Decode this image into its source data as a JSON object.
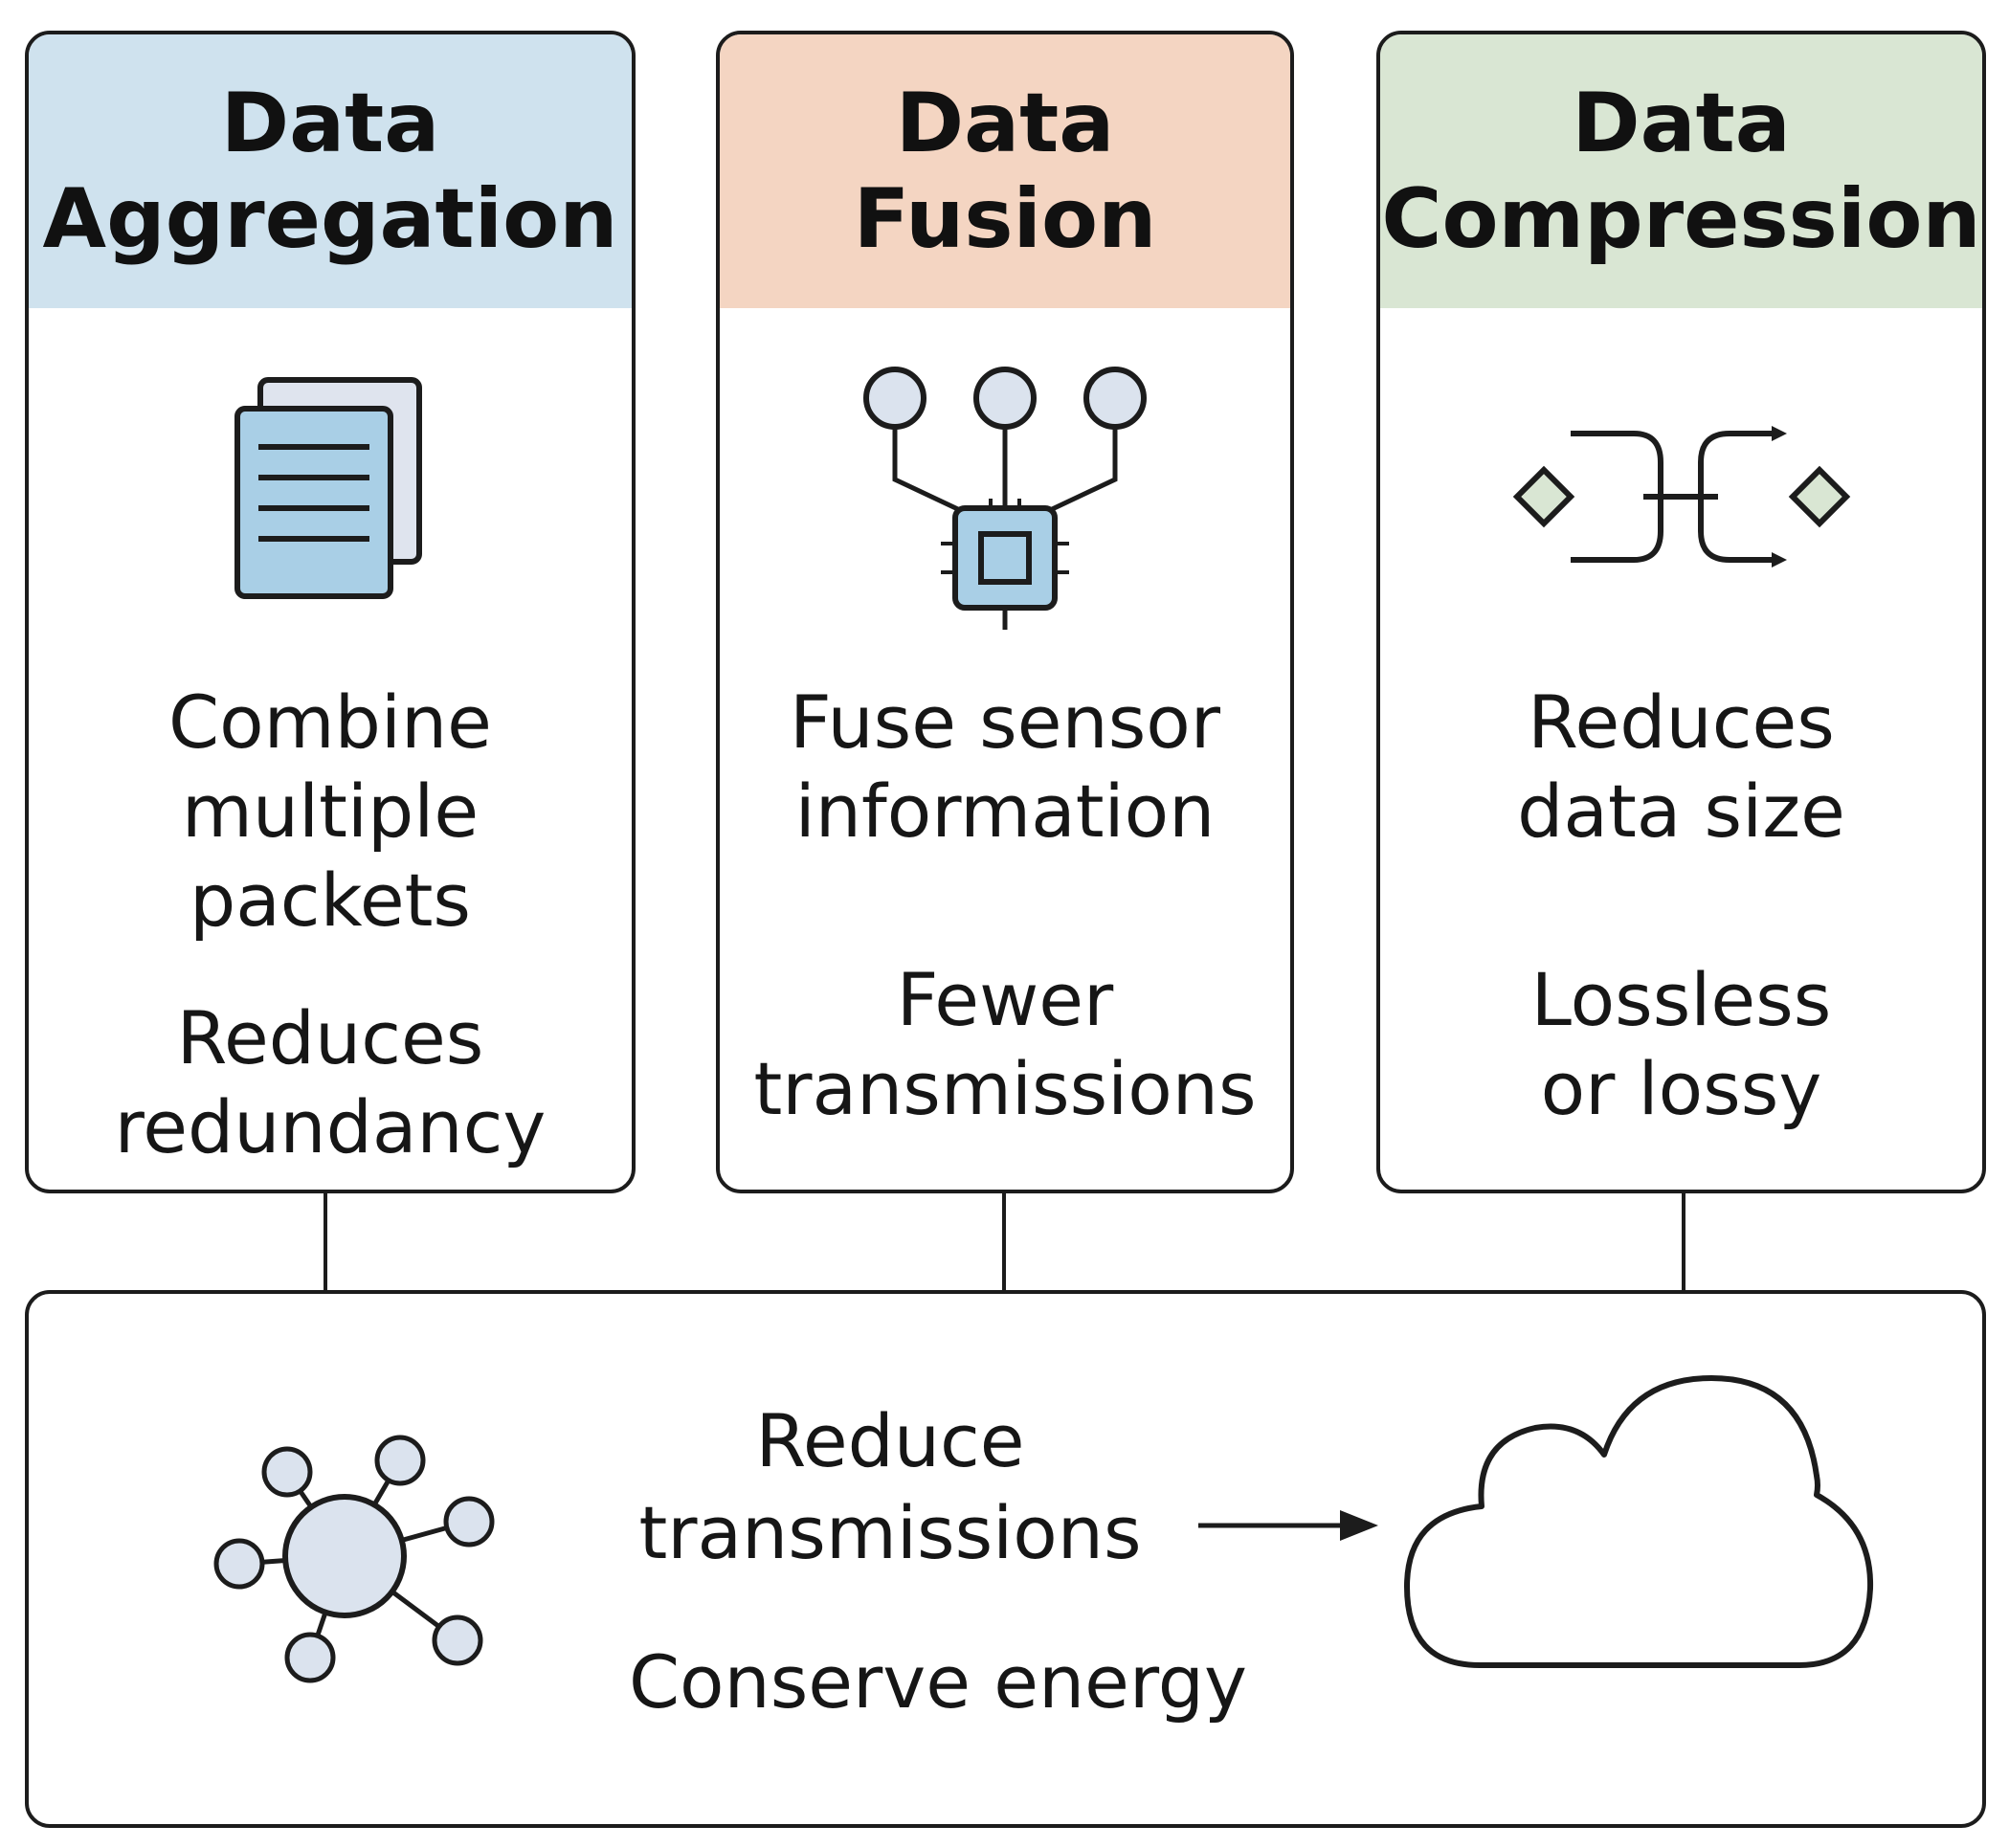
{
  "panels": {
    "aggregation": {
      "title_line1": "Data",
      "title_line2": "Aggregation",
      "header_color": "#cfe2ee",
      "icon": "documents-stack-icon",
      "point1": [
        "Combine",
        "multiple",
        "packets"
      ],
      "point2": [
        "Reduces",
        "redundancy"
      ]
    },
    "fusion": {
      "title_line1": "Data",
      "title_line2": "Fusion",
      "header_color": "#f4d5c2",
      "icon": "sensor-fusion-chip-icon",
      "point1": [
        "Fuse sensor",
        "information"
      ],
      "point2": [
        "Fewer",
        "transmissions"
      ]
    },
    "compression": {
      "title_line1": "Data",
      "title_line2": "Compression",
      "header_color": "#d9e6d3",
      "icon": "compression-flow-icon",
      "point1": [
        "Reduces",
        "data size"
      ],
      "point2": [
        "Lossless",
        "or lossy"
      ]
    }
  },
  "bottom": {
    "network_icon": "sensor-network-icon",
    "line1": [
      "Reduce",
      "transmissions"
    ],
    "line2": "Conserve energy",
    "arrow_icon": "arrow-right-icon",
    "cloud_icon": "cloud-icon"
  },
  "colors": {
    "stroke": "#1c1c1c",
    "icon_blue": "#a9cfe6",
    "node_fill": "#dbe3ee",
    "diamond_fill": "#d9e6d3"
  }
}
